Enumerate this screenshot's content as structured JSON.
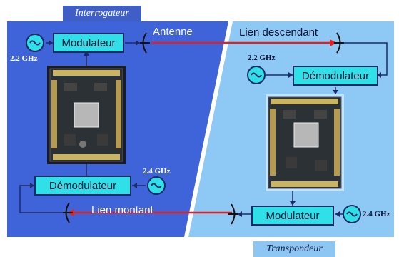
{
  "left_panel": {
    "title": "Interrogateur",
    "modulator_label": "Modulateur",
    "demodulator_label": "Démodulateur",
    "antenna_label": "Antenne",
    "uplink_label": "Lien montant",
    "tx_freq": "2.2 GHz",
    "rx_freq": "2.4 GHz"
  },
  "right_panel": {
    "title": "Transpondeur",
    "demodulator_label": "Démodulateur",
    "modulator_label": "Modulateur",
    "downlink_label": "Lien descendant",
    "rx_freq": "2.2 GHz",
    "tx_freq": "2.4 GHz"
  },
  "icons": [
    "oscillator-icon",
    "antenna-icon",
    "fpga-board-image"
  ],
  "colors": {
    "left_bg": "#3f63d8",
    "right_bg": "#8ec8f5",
    "block_fill": "#2fe0e8",
    "link_red": "#e22020",
    "line_dark": "#1e2a66"
  }
}
